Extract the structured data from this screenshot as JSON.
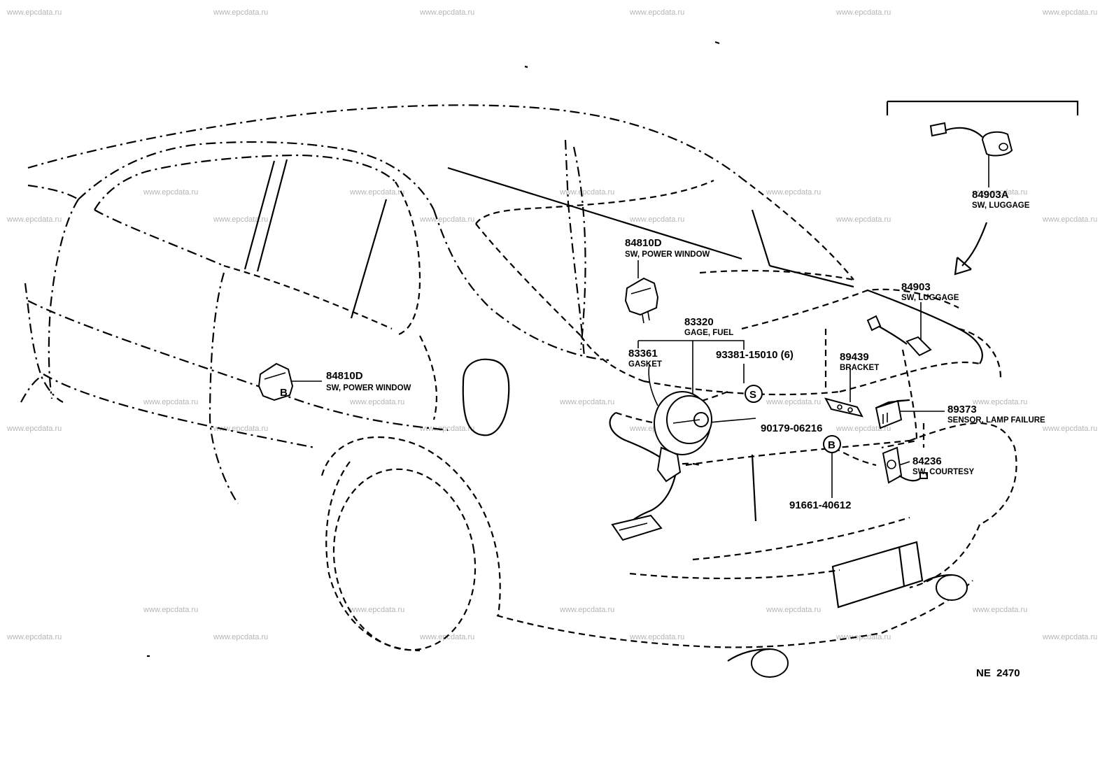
{
  "watermark": "www.epcdata.ru",
  "diagram_code": "NE  2470",
  "callouts": {
    "sw_power_window_upper": {
      "number": "84810D",
      "name": "SW, POWER WINDOW"
    },
    "sw_power_window_door": {
      "number": "84810D",
      "name": "SW, POWER WINDOW"
    },
    "gage_fuel": {
      "number": "83320",
      "name": "GAGE, FUEL"
    },
    "gasket": {
      "number": "83361",
      "name": "GASKET"
    },
    "screw_93381": {
      "number": "93381-15010 (6)"
    },
    "bolt_90179": {
      "number": "90179-06216"
    },
    "bolt_91661": {
      "number": "91661-40612"
    },
    "bracket": {
      "number": "89439",
      "name": "BRACKET"
    },
    "sensor_lamp_failure": {
      "number": "89373",
      "name": "SENSOR, LAMP FAILURE"
    },
    "sw_courtesy": {
      "number": "84236",
      "name": "SW, COURTESY"
    },
    "sw_luggage": {
      "number": "84903",
      "name": "SW, LUGGAGE"
    },
    "sw_luggage_variant": {
      "number": "84903A",
      "name": "SW, LUGGAGE"
    }
  },
  "markers": {
    "s_symbol": "S",
    "b_symbol": "B",
    "b_mark_on_switch": "B"
  }
}
